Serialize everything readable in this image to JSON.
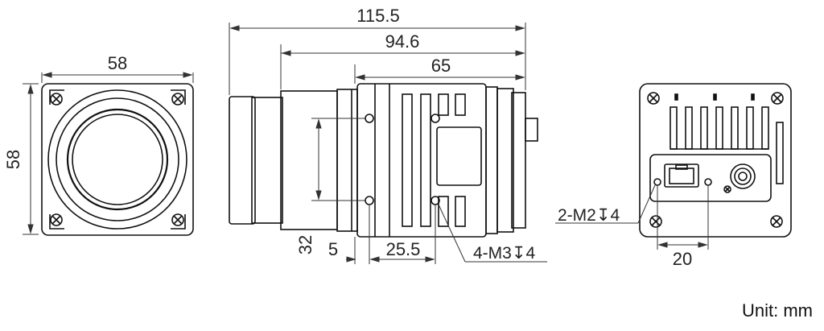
{
  "front_view": {
    "width_label": "58",
    "height_label": "58"
  },
  "side_view": {
    "total_length_label": "115.5",
    "body_length_label": "94.6",
    "housing_length_label": "65",
    "hole_spacing_label": "32",
    "offset_label": "5",
    "hole_position_label": "25.5",
    "hole_callout": "4-M3↧4"
  },
  "rear_view": {
    "hole_callout": "2-M2↧4",
    "hole_spacing_label": "20"
  },
  "unit_label": "Unit: mm",
  "colors": {
    "line": "#111111",
    "dimension": "#333333",
    "background": "#ffffff"
  }
}
